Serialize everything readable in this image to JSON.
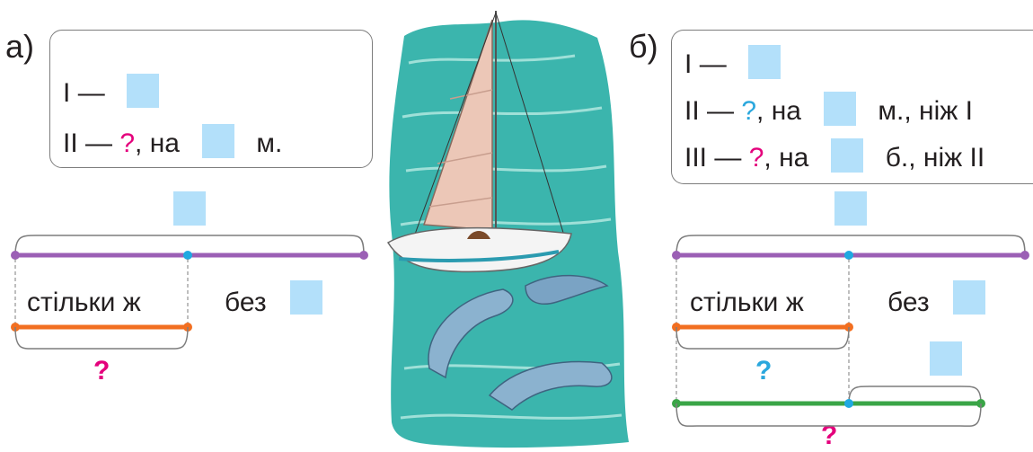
{
  "left": {
    "letter": "а)",
    "line1": {
      "num": "І",
      "dash": "—"
    },
    "line2": {
      "num": "ІІ",
      "dash": "—",
      "q": "?",
      "sep": ",",
      "na": "на",
      "unit": "м."
    },
    "seg_label_left": "стільки ж",
    "seg_label_right": "без",
    "question": "?"
  },
  "right": {
    "letter": "б)",
    "line1": {
      "num": "І",
      "dash": "—"
    },
    "line2": {
      "num": "ІІ",
      "dash": "—",
      "q": "?",
      "sep": ",",
      "na": "на",
      "unit": "м., ніж І"
    },
    "line3": {
      "num": "ІІІ",
      "dash": "—",
      "q": "?",
      "sep": ",",
      "na": "на",
      "unit": "б., ніж ІІ"
    },
    "seg_label_left": "стільки ж",
    "seg_label_right": "без",
    "question_cyan": "?",
    "question_magenta": "?"
  },
  "picture": {
    "subject": "sailboat-with-dolphins"
  },
  "colors": {
    "purple": "#9b5fb5",
    "orange": "#f26f21",
    "green": "#3aa547",
    "cyan_dot": "#1fa9e1",
    "blank_square": "#b3e0fa",
    "question_magenta": "#e4007c",
    "question_cyan": "#2aa7dd"
  }
}
